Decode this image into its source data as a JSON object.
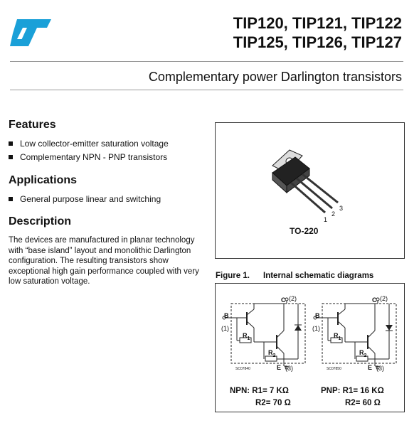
{
  "header": {
    "title_line1": "TIP120, TIP121, TIP122",
    "title_line2": "TIP125, TIP126, TIP127",
    "subtitle": "Complementary power Darlington transistors"
  },
  "features": {
    "heading": "Features",
    "items": [
      "Low collector-emitter saturation voltage",
      "Complementary NPN - PNP transistors"
    ]
  },
  "applications": {
    "heading": "Applications",
    "items": [
      "General purpose linear and switching"
    ]
  },
  "description": {
    "heading": "Description",
    "text": "The devices are manufactured in planar technology with “base island” layout and monolithic Darlington configuration. The resulting transistors show exceptional high gain performance coupled with very low saturation voltage."
  },
  "package": {
    "label": "TO-220",
    "pins": [
      "1",
      "2",
      "3"
    ]
  },
  "figure": {
    "number": "Figure 1.",
    "title": "Internal schematic diagrams",
    "npn": {
      "codes": "SC07840",
      "c_label": "C",
      "c_num": "(2)",
      "b_label": "B",
      "b_num": "(1)",
      "e_label": "E",
      "e_num": "(3)",
      "r1": "R",
      "r1_sub": "1",
      "r2": "R",
      "r2_sub": "2",
      "values_line1": "NPN: R1= 7 KΩ",
      "values_line2": "R2= 70 Ω"
    },
    "pnp": {
      "codes": "SC07850",
      "c_label": "C",
      "c_num": "(2)",
      "b_label": "B",
      "b_num": "(1)",
      "e_label": "E",
      "e_num": "(3)",
      "r1": "R",
      "r1_sub": "1",
      "r2": "R",
      "r2_sub": "2",
      "values_line1": "PNP: R1= 16 KΩ",
      "values_line2": "R2= 60 Ω"
    }
  },
  "colors": {
    "logo": "#1aa0d8",
    "text": "#111111"
  }
}
